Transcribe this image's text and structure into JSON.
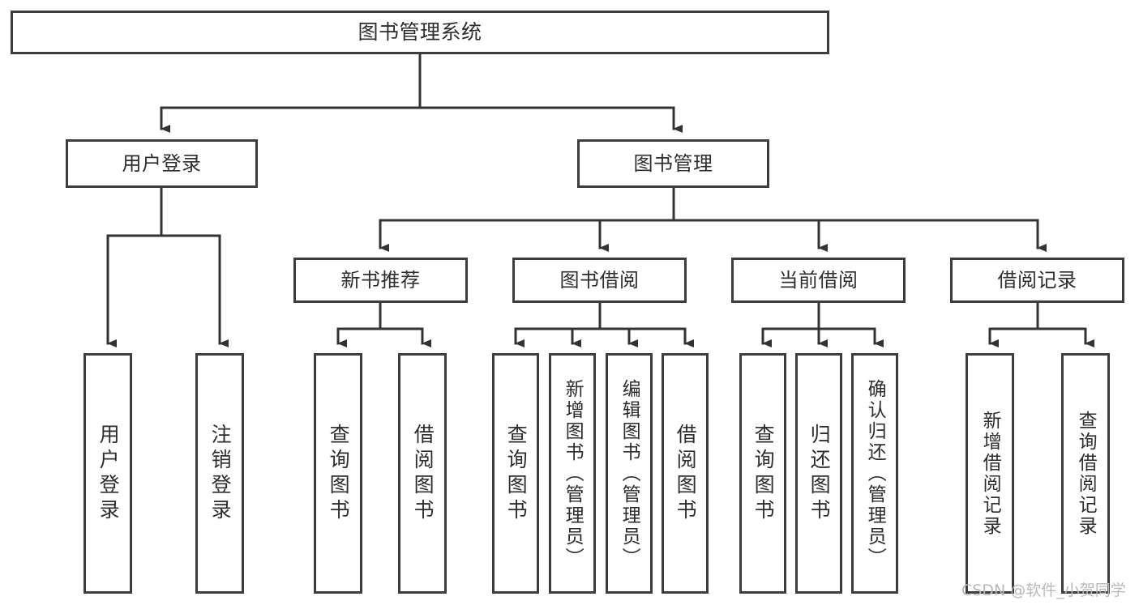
{
  "diagram": {
    "type": "tree-hierarchy",
    "title": "图书管理系统",
    "orientation": "top-down",
    "colors": {
      "box_border": "#3d3d3d",
      "box_fill": "#ffffff",
      "text": "#2d2d2d",
      "connector": "#333333",
      "watermark": "#b9b9b9",
      "background": "#ffffff"
    },
    "root": {
      "label": "图书管理系统"
    },
    "level1": [
      {
        "id": "user-login",
        "label": "用户登录"
      },
      {
        "id": "book-manage",
        "label": "图书管理"
      }
    ],
    "level2": [
      {
        "id": "new-book-rec",
        "label": "新书推荐",
        "parent": "book-manage"
      },
      {
        "id": "book-borrow",
        "label": "图书借阅",
        "parent": "book-manage"
      },
      {
        "id": "current-borrow",
        "label": "当前借阅",
        "parent": "book-manage"
      },
      {
        "id": "borrow-record",
        "label": "借阅记录",
        "parent": "book-manage"
      }
    ],
    "leaves": [
      {
        "id": "leaf-user-login",
        "label": "用户登录",
        "parent": "user-login"
      },
      {
        "id": "leaf-logout",
        "label": "注销登录",
        "parent": "user-login"
      },
      {
        "id": "leaf-query-book-1",
        "label": "查询图书",
        "parent": "new-book-rec"
      },
      {
        "id": "leaf-borrow-book-1",
        "label": "借阅图书",
        "parent": "new-book-rec"
      },
      {
        "id": "leaf-query-book-2",
        "label": "查询图书",
        "parent": "book-borrow"
      },
      {
        "id": "leaf-add-book",
        "label": "新增图书（管理员）",
        "parent": "book-borrow"
      },
      {
        "id": "leaf-edit-book",
        "label": "编辑图书（管理员）",
        "parent": "book-borrow"
      },
      {
        "id": "leaf-borrow-book-2",
        "label": "借阅图书",
        "parent": "book-borrow"
      },
      {
        "id": "leaf-query-book-3",
        "label": "查询图书",
        "parent": "current-borrow"
      },
      {
        "id": "leaf-return-book",
        "label": "归还图书",
        "parent": "current-borrow"
      },
      {
        "id": "leaf-confirm-return",
        "label": "确认归还（管理员）",
        "parent": "current-borrow"
      },
      {
        "id": "leaf-add-record",
        "label": "新增借阅记录",
        "parent": "borrow-record"
      },
      {
        "id": "leaf-query-record",
        "label": "查询借阅记录",
        "parent": "borrow-record"
      }
    ]
  },
  "watermark": {
    "text": "CSDN @软件_小贺同学"
  }
}
